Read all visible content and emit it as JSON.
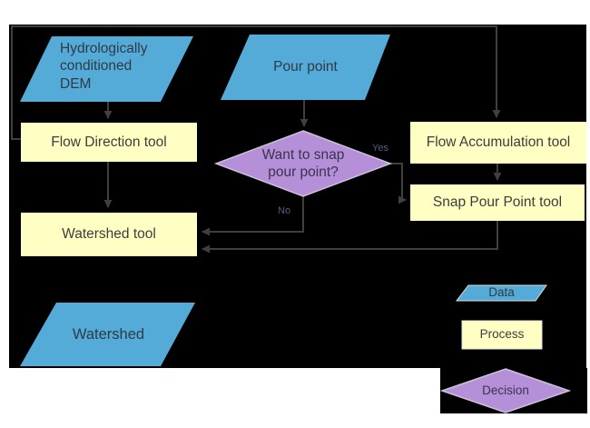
{
  "flowchart": {
    "nodes": {
      "dem": {
        "line1": "Hydrologically",
        "line2": "conditioned",
        "line3": "DEM"
      },
      "pour_point": {
        "label": "Pour point"
      },
      "flow_direction": {
        "label": "Flow Direction tool"
      },
      "flow_accumulation": {
        "label": "Flow Accumulation tool"
      },
      "snap_pour_point": {
        "label": "Snap Pour Point tool"
      },
      "decision": {
        "line1": "Want to snap",
        "line2": "pour point?"
      },
      "watershed_tool": {
        "label": "Watershed tool"
      },
      "watershed_output": {
        "label": "Watershed"
      }
    },
    "branch_labels": {
      "yes": "Yes",
      "no": "No"
    },
    "legend": {
      "data": "Data",
      "process": "Process",
      "decision": "Decision"
    },
    "colors": {
      "data_fill": "#55abd8",
      "process_fill": "#ffffc3",
      "decision_fill": "#b58fd8",
      "decision_border": "#ccc3da",
      "connector": "#3f3f3f",
      "canvas_background": "#000000",
      "text": "#3d3d3d"
    }
  }
}
